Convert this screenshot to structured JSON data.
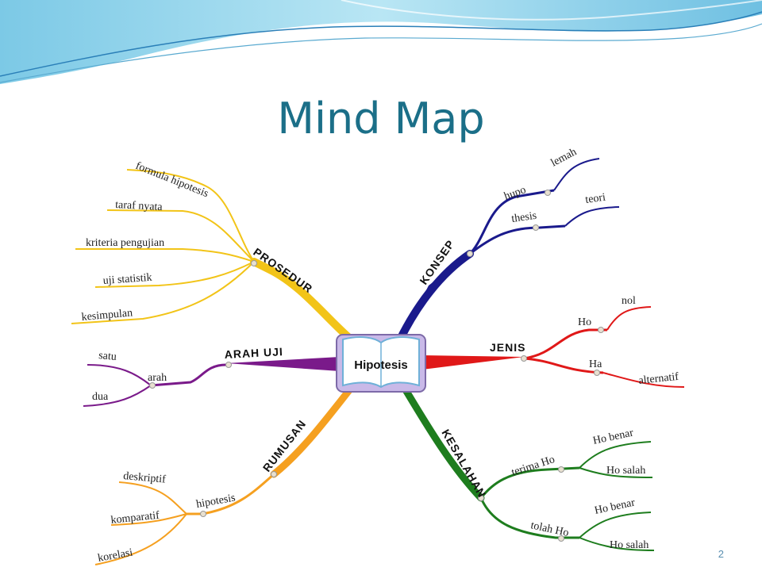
{
  "slide": {
    "title": "Mind Map",
    "page_number": "2"
  },
  "mind_map": {
    "center": "Hipotesis",
    "branches": {
      "konsep": {
        "label": "KONSEP",
        "color": "#1a1a8c",
        "sub": [
          {
            "label": "hupo",
            "leaves": [
              "lemah"
            ]
          },
          {
            "label": "thesis",
            "leaves": [
              "teori"
            ]
          }
        ]
      },
      "jenis": {
        "label": "JENIS",
        "color": "#e01818",
        "sub": [
          {
            "label": "Ho",
            "leaves": [
              "nol"
            ]
          },
          {
            "label": "Ha",
            "leaves": [
              "alternatif"
            ]
          }
        ]
      },
      "kesalahan": {
        "label": "KESALAHAN",
        "color": "#1e7d1e",
        "sub": [
          {
            "label": "terima Ho",
            "leaves": [
              "Ho benar",
              "Ho salah"
            ]
          },
          {
            "label": "tolah Ho",
            "leaves": [
              "Ho benar",
              "Ho salah"
            ]
          }
        ]
      },
      "prosedur": {
        "label": "PROSEDUR",
        "color": "#f2c418",
        "leaves": [
          "formula hipotesis",
          "taraf nyata",
          "kriteria pengujian",
          "uji statistik",
          "kesimpulan"
        ]
      },
      "arah_uji": {
        "label": "ARAH UJI",
        "color": "#7a1a8a",
        "sub": [
          {
            "label": "arah",
            "leaves": [
              "satu",
              "dua"
            ]
          }
        ]
      },
      "rumusan": {
        "label": "RUMUSAN",
        "color": "#f5a020",
        "sub": [
          {
            "label": "hipotesis",
            "leaves": [
              "deskriptif",
              "komparatif",
              "korelasi"
            ]
          }
        ]
      }
    }
  },
  "colors": {
    "title": "#1b6f88",
    "wave_dark": "#2a7fb8",
    "wave_light": "#9fd8ee"
  }
}
